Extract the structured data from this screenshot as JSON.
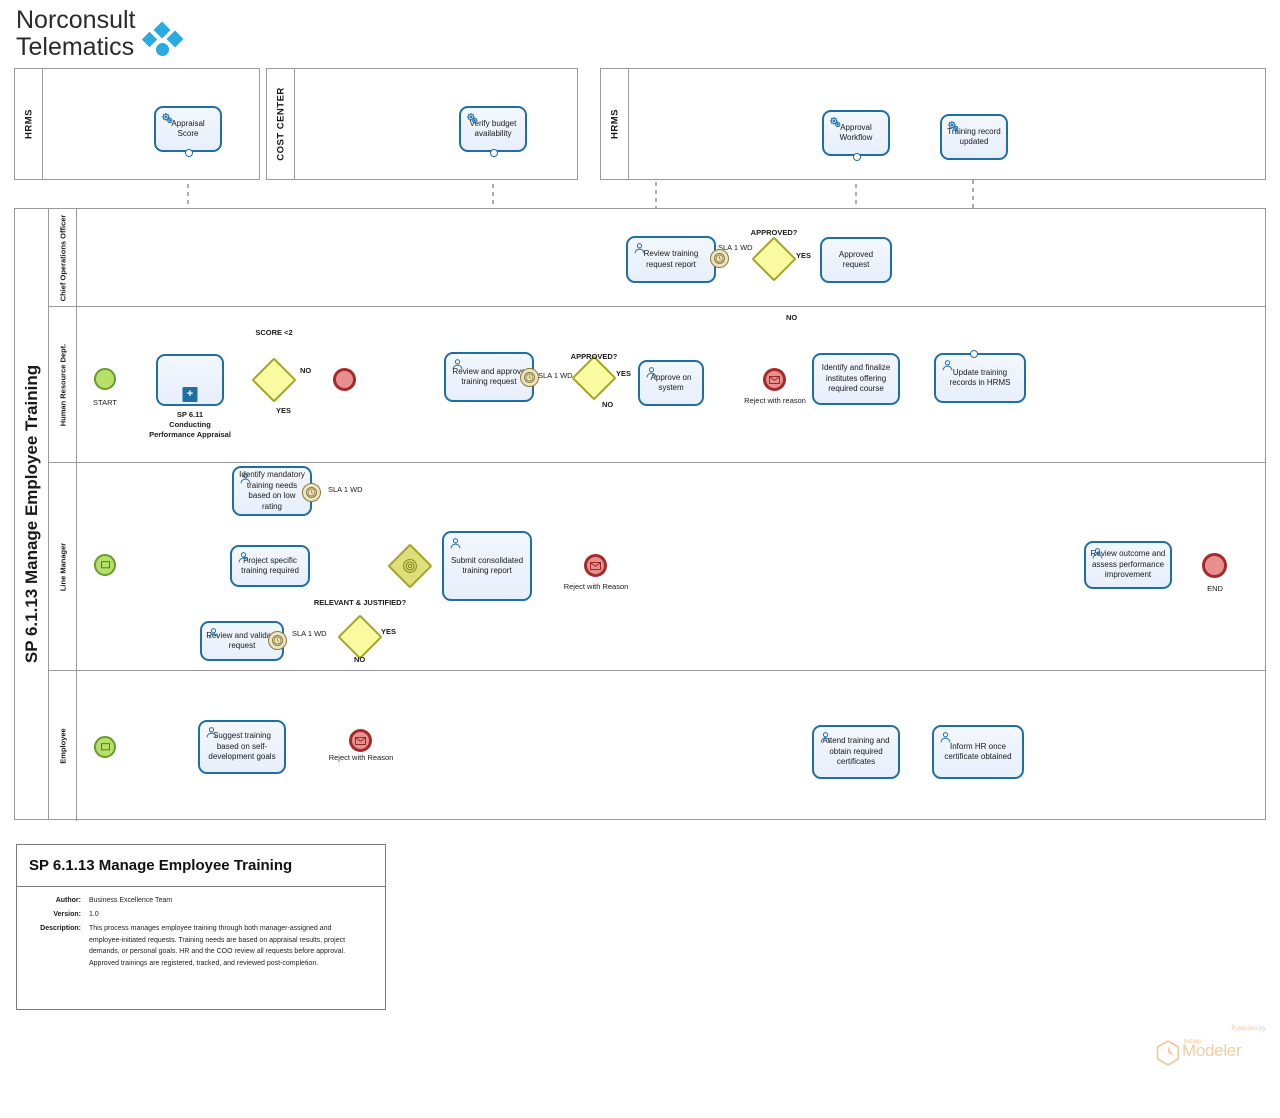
{
  "logo": {
    "line1": "Norconsult",
    "line2": "Telematics",
    "accent": "#29abe2"
  },
  "external_pools": [
    {
      "name": "HRMS",
      "label": "HRMS",
      "tasks": [
        {
          "name": "appraisal-score",
          "label": "Appraisal Score",
          "icon": "service-gear-icon"
        }
      ]
    },
    {
      "name": "COST CENTER",
      "label": "COST CENTER",
      "tasks": [
        {
          "name": "verify-budget-availability",
          "label": "Verify budget availability",
          "icon": "service-gear-icon"
        }
      ]
    },
    {
      "name": "HRMS2",
      "label": "HRMS",
      "tasks": [
        {
          "name": "approval-workflow",
          "label": "Approval Workflow",
          "icon": "service-gear-icon"
        },
        {
          "name": "training-record-updated",
          "label": "Training record updated",
          "icon": "service-gear-icon"
        }
      ]
    }
  ],
  "main_pool": {
    "title": "SP 6.1.13 Manage Employee Training",
    "lanes": [
      {
        "label": "Chief Operations Officer"
      },
      {
        "label": "Human Resource Dept."
      },
      {
        "label": "Line Manager"
      },
      {
        "label": "Employee"
      }
    ]
  },
  "nodes": {
    "start_hr": "START",
    "sp611_line1": "SP 6.11",
    "sp611_line2": "Conducting",
    "sp611_line3": "Performance Appraisal",
    "task_review_approve_training_request": "Review and approve training request",
    "task_approve_on_system": "Approve on system",
    "task_review_training_request_report": "Review training request report",
    "task_approved_request": "Approved request",
    "task_identify_finalize_institutes": "Identify and finalize institutes offering required course",
    "task_update_training_records": "Update training records in HRMS",
    "task_identify_mandatory_training": "Identify mandatory training needs based on low rating",
    "task_project_specific_training": "Project specific training required",
    "task_submit_consolidated_report": "Submit consolidated training report",
    "task_review_validate_request": "Review and validate request",
    "task_review_outcome": "Review outcome and assess performance improvement",
    "task_suggest_training": "Suggest training based on self-development goals",
    "task_attend_training": "Attend training and obtain required certificates",
    "task_inform_hr": "Inform HR once certificate obtained",
    "end_reject_hr": "Reject with reason",
    "end_reject_lm": "Reject with Reason",
    "end_reject_emp": "Reject with Reason",
    "end_final": "END"
  },
  "gateways": {
    "score_lt2": "SCORE <2",
    "approved_hr": "APPROVED?",
    "approved_coo": "APPROVED?",
    "relevant_justified": "RELEVANT & JUSTIFIED?"
  },
  "flow_labels": {
    "no1": "NO",
    "yes1": "YES",
    "sla_hr": "SLA 1 WD",
    "yes_hr": "YES",
    "no_hr": "NO",
    "sla_coo": "SLA 1 WD",
    "yes_coo": "YES",
    "no_coo": "NO",
    "sla_mandatory": "SLA 1 WD",
    "sla_validate": "SLA 1 WD",
    "yes_lm": "YES",
    "no_lm": "NO"
  },
  "infobox": {
    "title": "SP 6.1.13 Manage Employee Training",
    "author_key": "Author:",
    "author_val": "Business Excellence Team",
    "version_key": "Version:",
    "version_val": "1.0",
    "description_key": "Description:",
    "description_val": "This process manages employee training through both manager-assigned and employee-initiated requests. Training needs are based on appraisal results, project demands, or personal goals. HR and the COO review all requests before approval. Approved trainings are registered, tracked, and reviewed post-completion."
  },
  "bizagi": {
    "powered_by": "Powered by",
    "brand_small": "bizagi",
    "brand": "Modeler"
  },
  "colors": {
    "task_border": "#1f6fa5",
    "gateway_border": "#a5a52a",
    "gateway_fill": "#fafaa0",
    "start_fill": "#b6e06a",
    "end_fill": "#e8908f",
    "pool_border": "#9a9a9a"
  }
}
